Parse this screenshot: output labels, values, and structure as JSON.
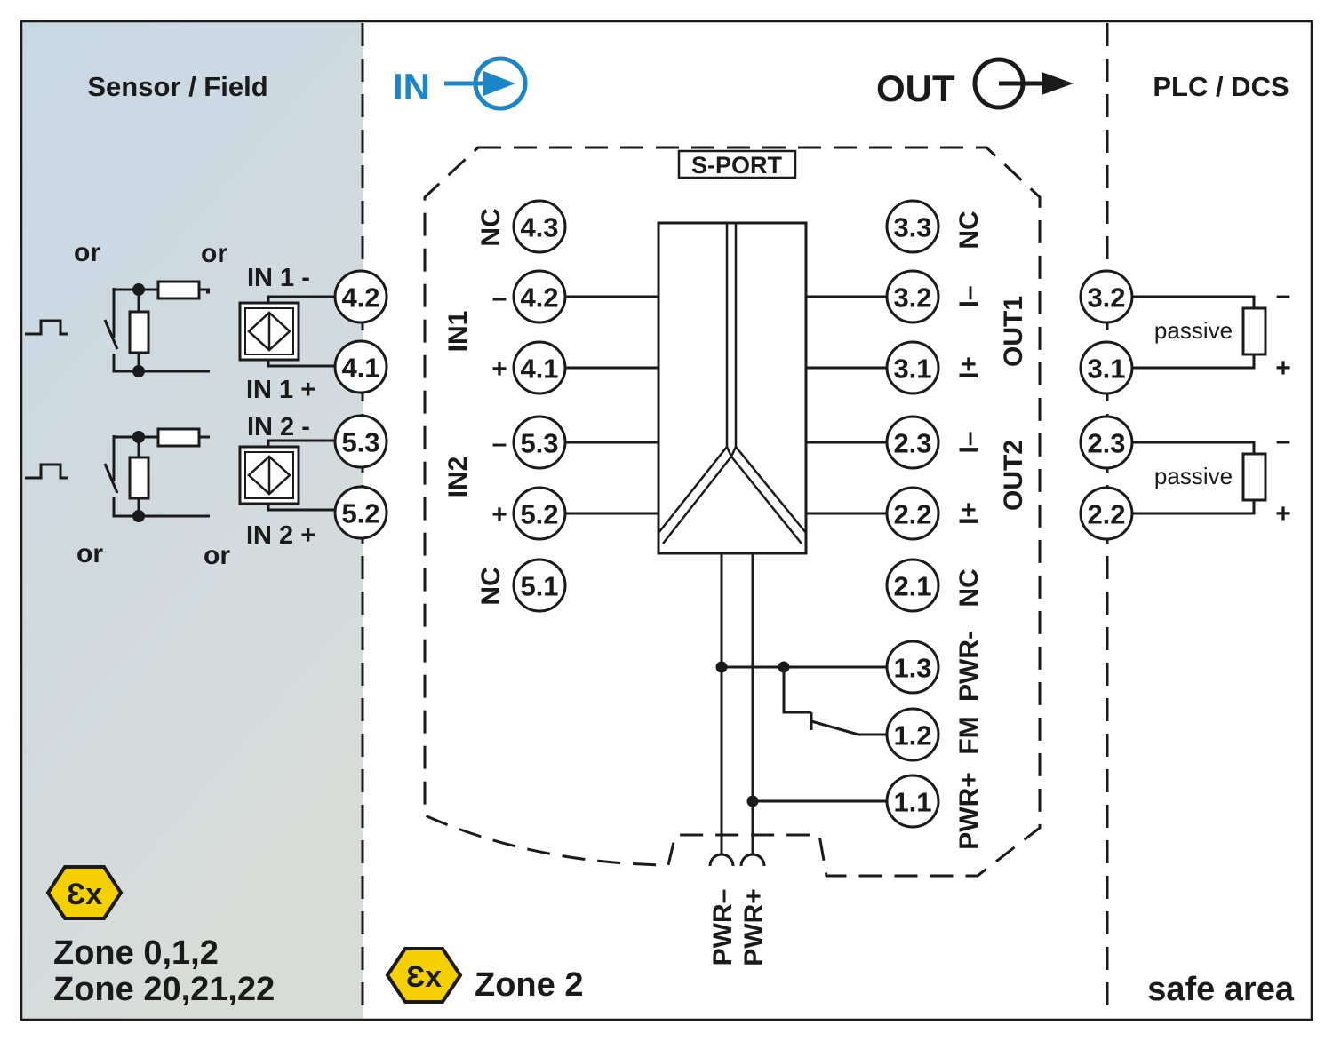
{
  "zones": {
    "left_title": "Sensor / Field",
    "right_title": "PLC / DCS",
    "left_zone_line1": "Zone 0,1,2",
    "left_zone_line2": "Zone 20,21,22",
    "middle_zone": "Zone 2",
    "right_zone": "safe area"
  },
  "header": {
    "in_label": "IN",
    "out_label": "OUT",
    "sport_label": "S-PORT"
  },
  "field": {
    "or_labels": [
      "or",
      "or",
      "or",
      "or"
    ],
    "in1_minus": "IN 1 -",
    "in1_plus": "IN 1 +",
    "in2_minus": "IN 2 -",
    "in2_plus": "IN 2 +"
  },
  "terminals": {
    "field_side": [
      "4.2",
      "4.1",
      "5.3",
      "5.2"
    ],
    "module_left": [
      "4.3",
      "4.2",
      "4.1",
      "5.3",
      "5.2",
      "5.1"
    ],
    "module_right": [
      "3.3",
      "3.2",
      "3.1",
      "2.3",
      "2.2",
      "2.1",
      "1.3",
      "1.2",
      "1.1"
    ],
    "plc_side": [
      "3.2",
      "3.1",
      "2.3",
      "2.2"
    ]
  },
  "module_labels": {
    "left_signs": [
      "NC",
      "–",
      "+",
      "–",
      "+",
      "NC"
    ],
    "in1": "IN1",
    "in2": "IN2",
    "right_signs": [
      "NC",
      "I–",
      "I+",
      "I–",
      "I+",
      "NC",
      "PWR-",
      "FM",
      "PWR+"
    ],
    "out1": "OUT1",
    "out2": "OUT2",
    "pwr_minus": "PWR–",
    "pwr_plus": "PWR+"
  },
  "plc": {
    "passive1": "passive",
    "passive2": "passive",
    "signs": [
      "–",
      "+",
      "–",
      "+"
    ]
  },
  "ex_symbol": "Ɛx",
  "colors": {
    "accent_blue": "#1a86c8",
    "ex_yellow": "#f5d000",
    "field_bg_top": "#c9d9e5",
    "field_bg_bottom": "#d7dbd8",
    "ink": "#1a1a1a"
  }
}
